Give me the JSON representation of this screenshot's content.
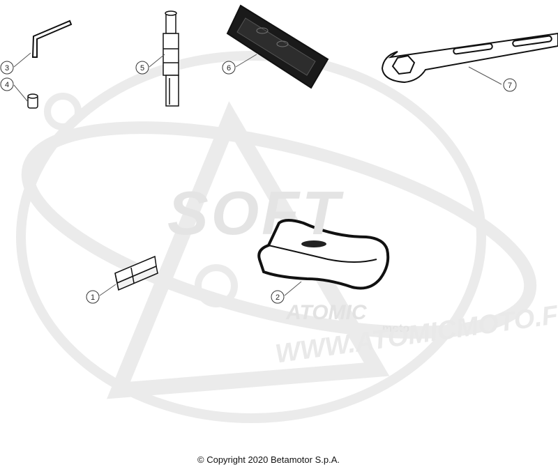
{
  "parts": [
    {
      "number": "1",
      "icon": "fuse-icon"
    },
    {
      "number": "2",
      "icon": "tool-bag-icon"
    },
    {
      "number": "3",
      "icon": "allen-key-icon"
    },
    {
      "number": "4",
      "icon": "small-cap-icon"
    },
    {
      "number": "5",
      "icon": "socket-wrench-icon"
    },
    {
      "number": "6",
      "icon": "tool-holder-icon"
    },
    {
      "number": "7",
      "icon": "ring-spanner-icon"
    }
  ],
  "watermark": {
    "soft": "SOFT",
    "brand": "ATOMIC",
    "brand_sub": "moto",
    "url": "WWW.ATOMICMOTO.F"
  },
  "copyright": "© Copyright 2020 Betamotor S.p.A."
}
